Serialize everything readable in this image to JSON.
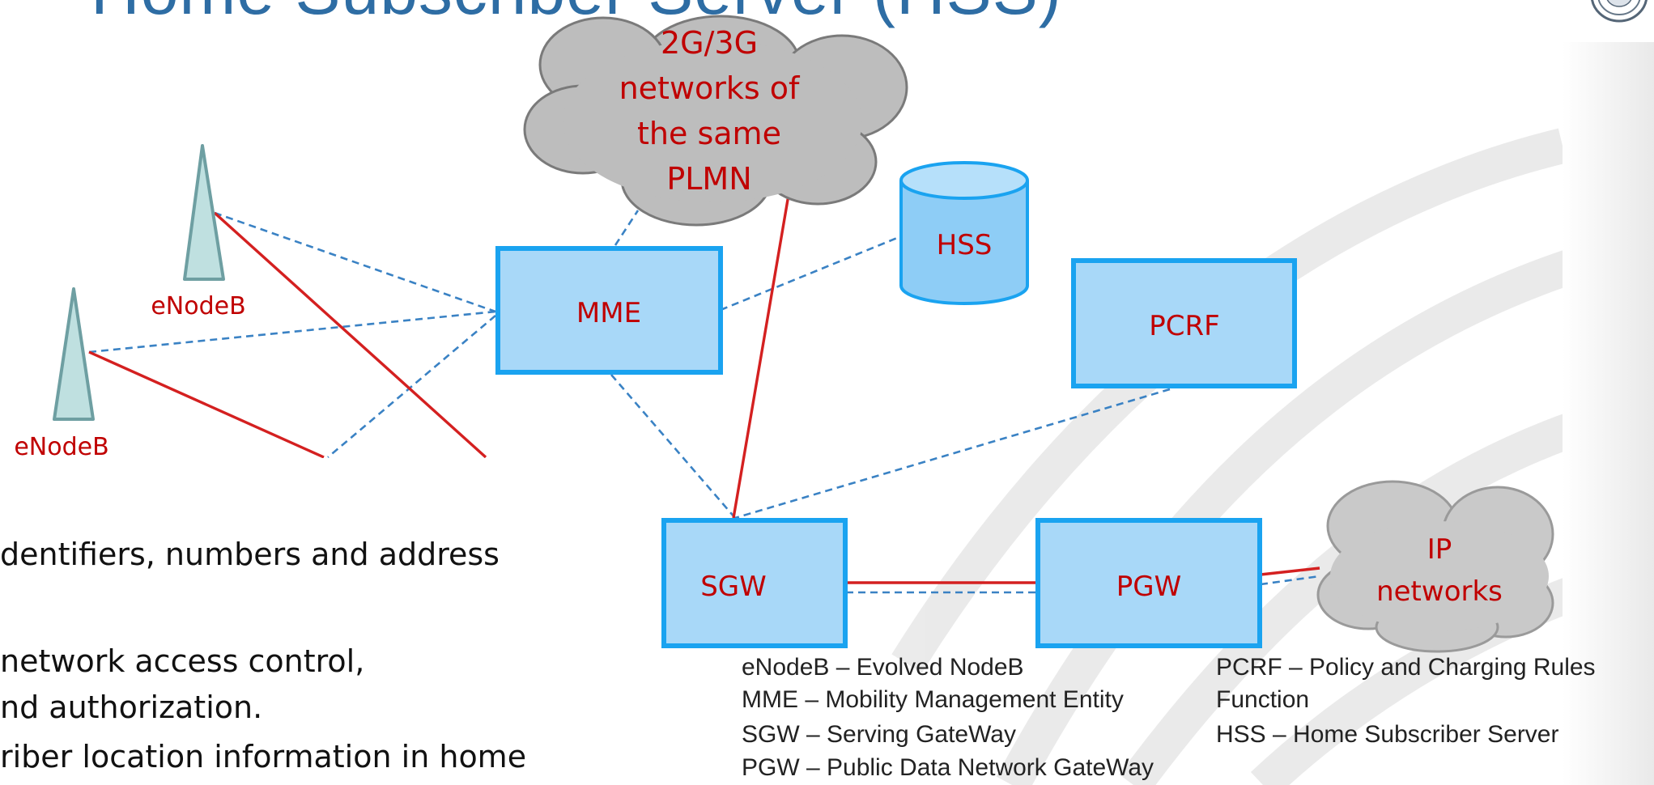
{
  "header": {
    "title_fragment": "– Home Subscriber Server (HSS)"
  },
  "diagram": {
    "nodes": {
      "enodeb_upper": "eNodeB",
      "enodeb_lower": "eNodeB",
      "cloud_2g3g": [
        "2G/3G",
        "networks of",
        "the same",
        "PLMN"
      ],
      "mme": "MME",
      "hss": "HSS",
      "pcrf": "PCRF",
      "sgw": "SGW",
      "pgw": "PGW",
      "cloud_ip": [
        "IP",
        "networks"
      ]
    },
    "colors": {
      "box_fill": "#a8d8f8",
      "box_border": "#1aa3f0",
      "label": "#c00000",
      "bearer_line": "#d42020",
      "signal_line": "#3a82c4",
      "cloud": "#bdbdbd",
      "tower": "#bfe0e0"
    }
  },
  "body_text": {
    "line1": "dentifiers, numbers and address",
    "line2": "network access control,",
    "line3": "nd authorization.",
    "line4": "riber location information in home"
  },
  "legend": {
    "left": [
      "eNodeB – Evolved NodeB",
      "MME – Mobility Management Entity",
      "SGW – Serving GateWay",
      "PGW – Public Data Network GateWay"
    ],
    "right": [
      "PCRF – Policy and Charging Rules",
      "Function",
      "HSS – Home Subscriber Server"
    ]
  }
}
